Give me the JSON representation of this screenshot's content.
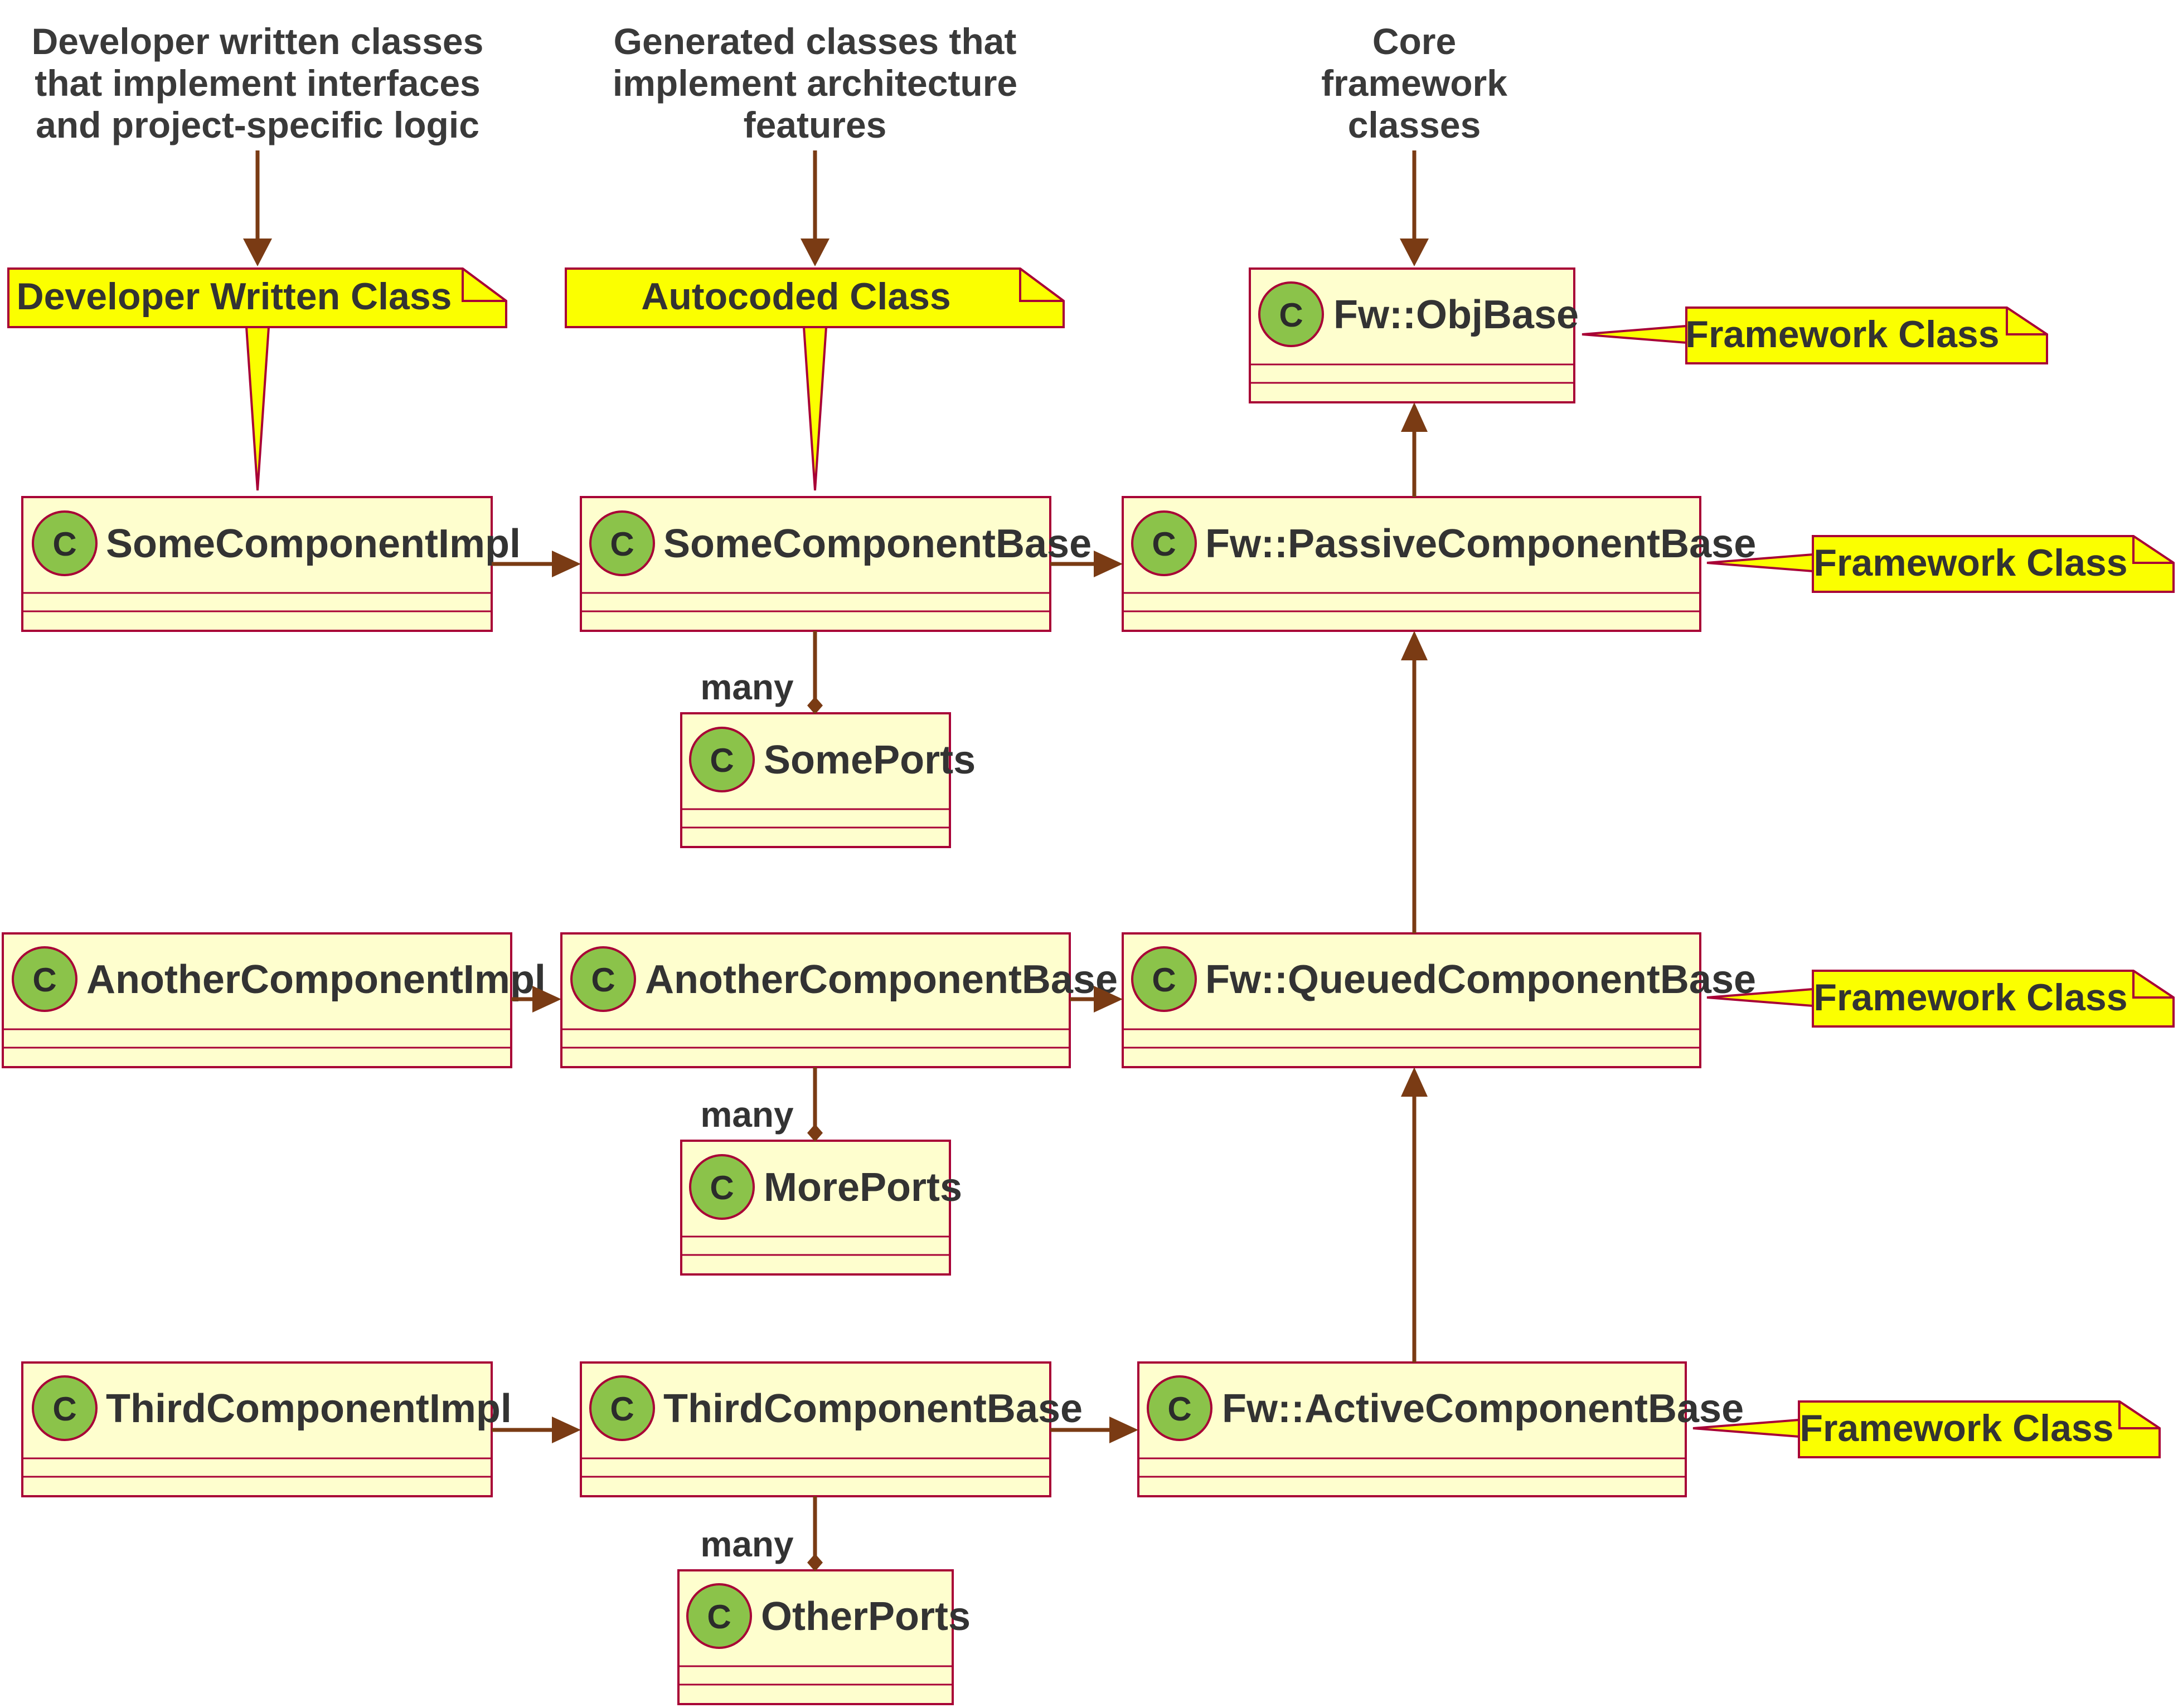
{
  "captions": {
    "developer": [
      "Developer written classes",
      "that implement interfaces",
      "and project-specific logic"
    ],
    "generated": [
      "Generated classes that",
      "implement architecture",
      "features"
    ],
    "core": [
      "Core",
      "framework",
      "classes"
    ]
  },
  "notes": {
    "developer_written": "Developer Written Class",
    "autocoded": "Autocoded Class",
    "framework_1": "Framework Class",
    "framework_2": "Framework Class",
    "framework_3": "Framework Class",
    "framework_4": "Framework Class"
  },
  "class_stereotype_letter": "C",
  "classes": {
    "some_impl": "SomeComponentImpl",
    "some_base": "SomeComponentBase",
    "some_ports": "SomePorts",
    "another_impl": "AnotherComponentImpl",
    "another_base": "AnotherComponentBase",
    "more_ports": "MorePorts",
    "third_impl": "ThirdComponentImpl",
    "third_base": "ThirdComponentBase",
    "other_ports": "OtherPorts",
    "obj_base": "Fw::ObjBase",
    "passive_base": "Fw::PassiveComponentBase",
    "queued_base": "Fw::QueuedComponentBase",
    "active_base": "Fw::ActiveComponentBase"
  },
  "multiplicities": {
    "some_ports": "many",
    "more_ports": "many",
    "other_ports": "many"
  },
  "colors": {
    "class_fill": "#fefece",
    "class_border": "#a80036",
    "stereotype_circle": "#8bc34a",
    "note_fill": "#fbff00",
    "edge": "#7a3b14"
  }
}
